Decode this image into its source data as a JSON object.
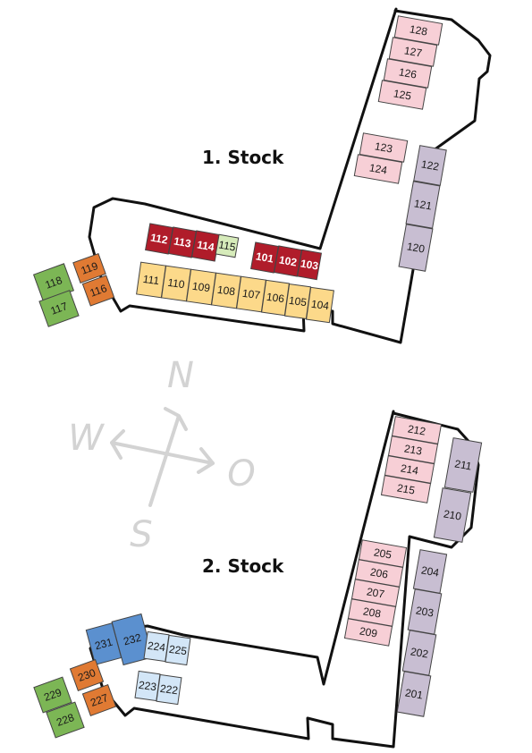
{
  "floors": [
    {
      "label": "1. Stock"
    },
    {
      "label": "2. Stock"
    }
  ],
  "compass": {
    "north": "N",
    "south": "S",
    "west": "W",
    "east": "O"
  },
  "colors": {
    "pink": "#f7cfd6",
    "purple": "#c8bed2",
    "red": "#b01c2a",
    "yellow": "#fcd98a",
    "green": "#7cb655",
    "orange": "#e07a33",
    "lightgreen": "#d6ebba",
    "blue": "#5b90cf",
    "lightblue": "#d3e6f7"
  },
  "rooms": [
    "128",
    "127",
    "126",
    "125",
    "123",
    "124",
    "122",
    "121",
    "120",
    "112",
    "113",
    "114",
    "115",
    "101",
    "102",
    "103",
    "111",
    "110",
    "109",
    "108",
    "107",
    "106",
    "105",
    "104",
    "118",
    "119",
    "117",
    "116",
    "212",
    "213",
    "214",
    "215",
    "211",
    "210",
    "205",
    "206",
    "207",
    "208",
    "209",
    "204",
    "203",
    "202",
    "201",
    "231",
    "232",
    "224",
    "225",
    "223",
    "222",
    "229",
    "230",
    "228",
    "227"
  ]
}
